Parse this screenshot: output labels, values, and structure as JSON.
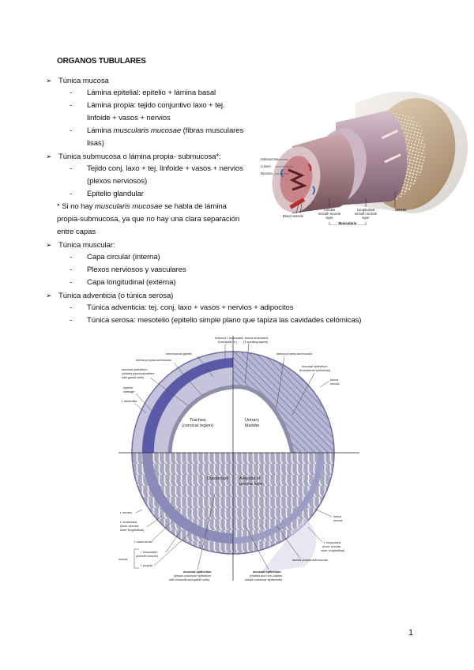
{
  "document": {
    "title": "ORGANOS TUBULARES",
    "page_number": "1",
    "sections": [
      {
        "heading": "Túnica mucosa",
        "items": [
          {
            "text": "Lámina epitelial: epitelio + làmina basal"
          },
          {
            "line1": "Lámina   propia: tejido conjuntivo laxo + tej.",
            "line2": "linfoide + vasos + nervios"
          },
          {
            "pre": "Lámina ",
            "italic": "muscularis mucosae",
            "post": " (fibras musculares",
            "line2": "lisas)"
          }
        ]
      },
      {
        "heading": "Túnica submucosa o lámina propia- submucosa*:",
        "items": [
          {
            "line1": "Tejido conj. laxo + tej. linfoide + vasos + nervios",
            "line2": "(plexos nerviosos)"
          },
          {
            "text": "Epitelio glandular"
          }
        ],
        "note": {
          "pre": "* Si no hay ",
          "italic": "muscularis mucosae",
          "post": " se habla de lámina",
          "line2": "propia-submucosa, ya que no hay una clara separación",
          "line3": "entre capas"
        }
      },
      {
        "heading": "Túnica muscular:",
        "items": [
          {
            "text": "Capa circular (interna)"
          },
          {
            "text": "Plexos  nerviosos y vasculares"
          },
          {
            "text": "Capa longitudinal (externa)"
          }
        ]
      },
      {
        "heading": "Túnica adventicia (o túnica serosa)",
        "items": [
          {
            "text": "Túnica adventicia: tej. conj. laxo + vasos + nervios + adipocitos"
          },
          {
            "text": "Túnica serosa: mesotelio (epitelio simple plano que tapiza las cavidades  celómicas)"
          }
        ]
      }
    ]
  },
  "figure_tube": {
    "labels": {
      "submucosa": "Submucosa",
      "lumen": "Lumen",
      "mucosa": "Mucosa",
      "blood_vessels": "Blood vessels",
      "circular_1": "Circular",
      "circular_2": "smooth muscle",
      "circular_3": "layer",
      "longitudinal_1": "Longitudinal",
      "longitudinal_2": "smooth muscle",
      "longitudinal_3": "layer",
      "serosa": "Serosa",
      "muscularis": "Muscularis"
    }
  },
  "figure_cross": {
    "quadrants": {
      "trachea_1": "Trachea",
      "trachea_2": "(cervical region)",
      "bladder_1": "Urinary",
      "bladder_2": "bladder",
      "duodenum": "Duodenum",
      "ampulla_1": "Ampulla of",
      "ampulla_2": "uterine tube"
    },
    "labels": {
      "reduced_1": "reduced t. muscularis",
      "reduced_2": "(trachealis m.)",
      "seromucous": "seromucous glands",
      "lp_sub_tl": "lamina propria-submucosa",
      "mucosal_tl_1": "mucosal epithelium",
      "mucosal_tl_2": "(ciliated pseudostratified",
      "mucosal_tl_3": "with goblet cells)",
      "hyaline_1": "hyaline",
      "hyaline_2": "cartilage",
      "adventitia": "t. adventitia",
      "tm_spiral_1": "tunica muscularis",
      "tm_spiral_2": "(3 spiraling layers)",
      "lp_sub_tr": "lamina propria-submucosa",
      "mucosal_tr_1": "mucosal epithelium",
      "mucosal_tr_2": "(transitional epithelium)",
      "serosa_tr_1": "tunica",
      "serosa_tr_2": "serosa",
      "serosa_bl": "t. serosa",
      "musc_bl_1": "t. muscularis",
      "musc_bl_2": "(inner circular,",
      "musc_bl_3": "outer longitudinal)",
      "submucosa_bl": "t. submucosa",
      "mm_1": "l. muscularis",
      "mm_2": "(smooth muscle)",
      "mucosa_bl": "mucosa",
      "lpropria": "l. propria",
      "mucosal_bc_1": "mucosal epithelium",
      "mucosal_bc_2": "(simple columnar epithelium",
      "mucosal_bc_3": "with microvilli and goblet cells)",
      "mucosal_br_1": "mucosal epithelium",
      "mucosal_br_2": "(ciliated and non-ciliated",
      "mucosal_br_3": "simple columnar epithelium)",
      "serosa_br_1": "tunica",
      "serosa_br_2": "serosa",
      "musc_br_1": "t. muscularis",
      "musc_br_2": "(inner circular,",
      "musc_br_3": "outer longitudinal)",
      "lp_sub_br": "lamina propria-submucosa"
    }
  }
}
